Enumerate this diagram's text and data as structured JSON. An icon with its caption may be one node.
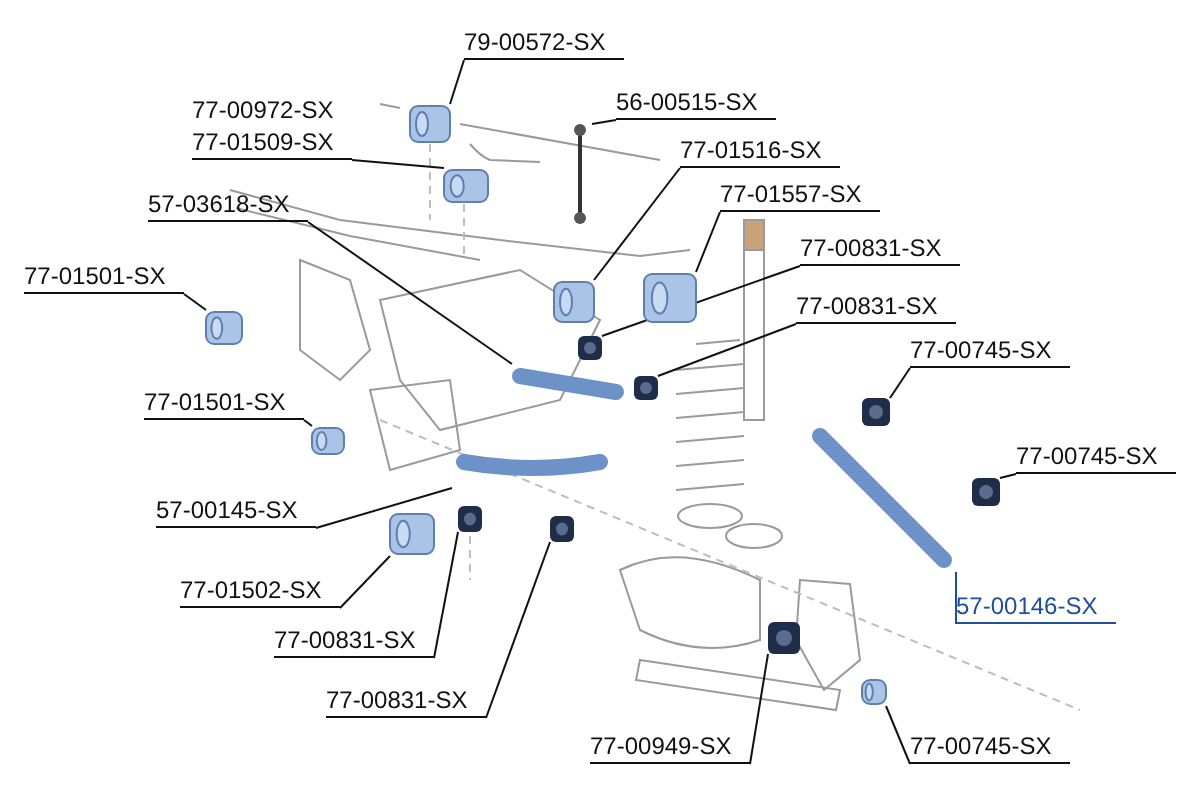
{
  "diagram": {
    "nodes": [
      {
        "text": [
          "79-00572-SX"
        ]
      },
      {
        "text": [
          "77-00972-SX",
          "77-01509-SX"
        ]
      },
      {
        "text": [
          "56-00515-SX"
        ]
      },
      {
        "text": [
          "77-01516-SX"
        ]
      },
      {
        "text": [
          "77-01557-SX"
        ]
      },
      {
        "text": [
          "57-03618-SX"
        ]
      },
      {
        "text": [
          "77-00831-SX"
        ]
      },
      {
        "text": [
          "77-01501-SX"
        ]
      },
      {
        "text": [
          "77-00831-SX"
        ]
      },
      {
        "text": [
          "77-00745-SX"
        ]
      },
      {
        "text": [
          "77-01501-SX"
        ]
      },
      {
        "text": [
          "57-00145-SX"
        ]
      },
      {
        "text": [
          "77-00745-SX"
        ]
      },
      {
        "text": [
          "77-01502-SX"
        ]
      },
      {
        "text": [
          "77-00831-SX"
        ]
      },
      {
        "text": [
          "57-00146-SX"
        ]
      },
      {
        "text": [
          "77-00831-SX"
        ]
      },
      {
        "text": [
          "77-00949-SX"
        ]
      },
      {
        "text": [
          "77-00745-SX"
        ]
      },
      {
        "text": [],
        "shape": "cylinder"
      },
      {
        "text": [],
        "shape": "cylinder"
      },
      {
        "text": [],
        "shape": "bar"
      },
      {
        "text": [],
        "shape": "cylinder"
      },
      {
        "text": [],
        "shape": "cylinder"
      },
      {
        "text": [],
        "shape": "bar"
      },
      {
        "text": [],
        "shape": "cylinder"
      },
      {
        "text": [],
        "shape": "cylinder"
      },
      {
        "text": [],
        "shape": "cylinder"
      },
      {
        "text": [],
        "shape": "cylinder"
      },
      {
        "text": [],
        "shape": "cylinder"
      },
      {
        "text": [],
        "shape": "bar"
      },
      {
        "text": [],
        "shape": "cylinder"
      },
      {
        "text": [],
        "shape": "cylinder"
      },
      {
        "text": [],
        "shape": "cylinder"
      },
      {
        "text": [],
        "shape": "bar"
      },
      {
        "text": [],
        "shape": "cylinder"
      },
      {
        "text": [],
        "shape": "cylinder"
      },
      {
        "text": [],
        "shape": "cylinder"
      }
    ],
    "edges": [
      {
        "from": 0,
        "to": 19,
        "arrow": "none"
      },
      {
        "from": 1,
        "to": 20,
        "arrow": "none"
      },
      {
        "from": 2,
        "to": 21,
        "arrow": "none"
      },
      {
        "from": 3,
        "to": 22,
        "arrow": "none"
      },
      {
        "from": 4,
        "to": 23,
        "arrow": "none"
      },
      {
        "from": 5,
        "to": 24,
        "arrow": "none"
      },
      {
        "from": 6,
        "to": 25,
        "arrow": "none"
      },
      {
        "from": 7,
        "to": 26,
        "arrow": "none"
      },
      {
        "from": 8,
        "to": 27,
        "arrow": "none"
      },
      {
        "from": 9,
        "to": 28,
        "arrow": "none"
      },
      {
        "from": 10,
        "to": 29,
        "arrow": "none"
      },
      {
        "from": 11,
        "to": 30,
        "arrow": "none"
      },
      {
        "from": 12,
        "to": 31,
        "arrow": "none"
      },
      {
        "from": 13,
        "to": 32,
        "arrow": "none"
      },
      {
        "from": 14,
        "to": 33,
        "arrow": "none"
      },
      {
        "from": 15,
        "to": 34,
        "arrow": "none",
        "color": "#1f4e9c"
      },
      {
        "from": 16,
        "to": 35,
        "arrow": "none"
      },
      {
        "from": 17,
        "to": 36,
        "arrow": "none"
      },
      {
        "from": 18,
        "to": 37,
        "arrow": "none"
      }
    ]
  }
}
